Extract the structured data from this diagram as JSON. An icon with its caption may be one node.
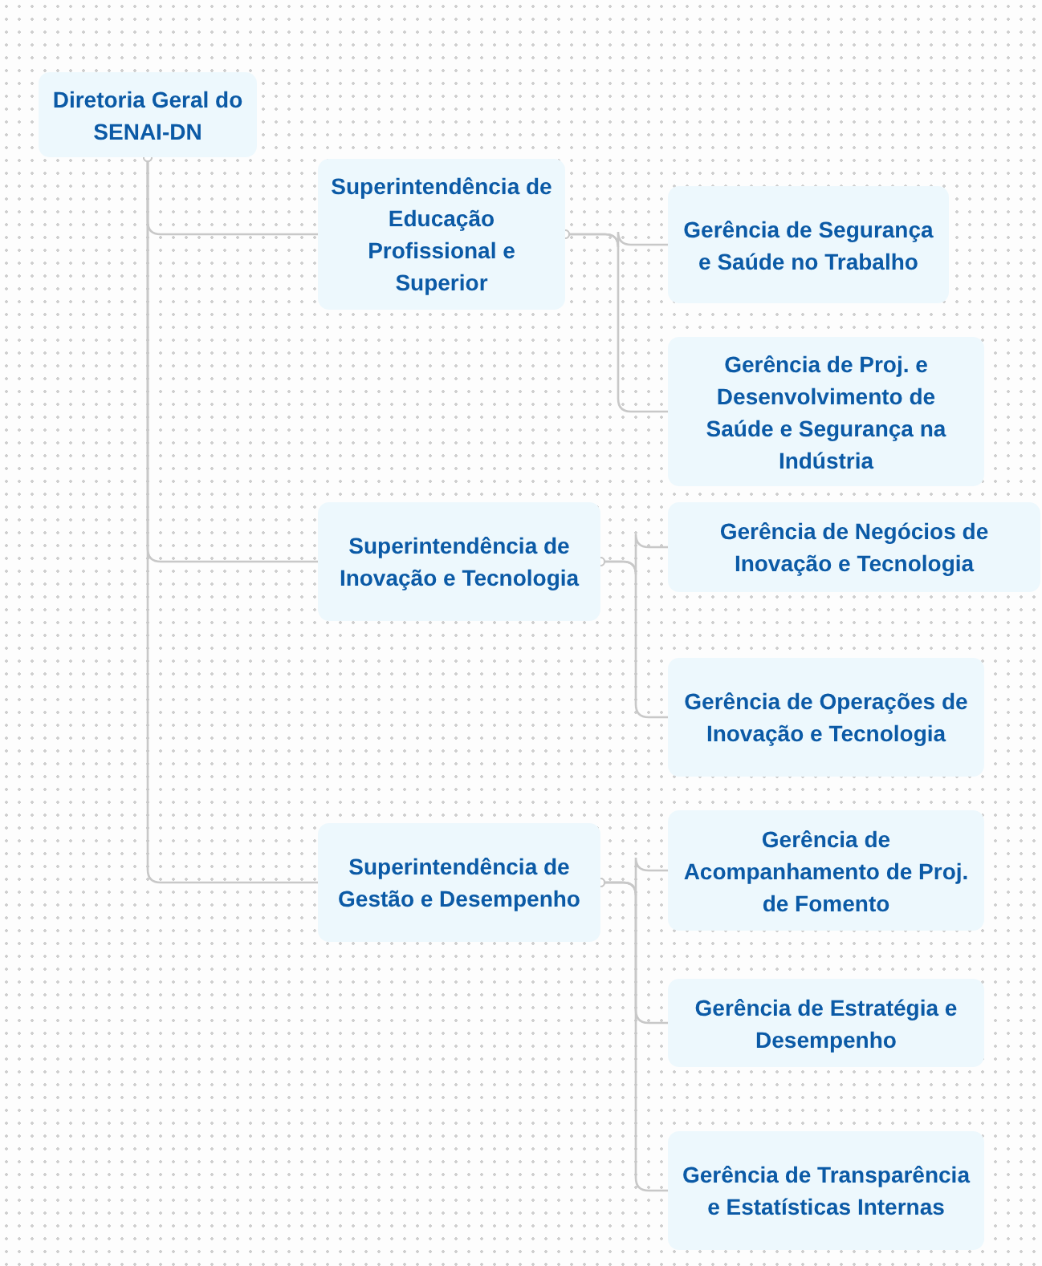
{
  "diagram": {
    "nodes": [
      {
        "text": [
          "Diretoria Geral do SENAI-DN"
        ]
      },
      {
        "text": [
          "Superintendência de Educação Profissional e Superior"
        ]
      },
      {
        "text": [
          "Gerência de Segurança e Saúde no Trabalho"
        ]
      },
      {
        "text": [
          "Gerência de Proj. e Desenvolvimento de Saúde e Segurança na Indústria"
        ]
      },
      {
        "text": [
          "Superintendência de Inovação e Tecnologia"
        ]
      },
      {
        "text": [
          "Gerência de Negócios de Inovação e Tecnologia"
        ]
      },
      {
        "text": [
          "Gerência de Operações de Inovação e Tecnologia"
        ]
      },
      {
        "text": [
          "Superintendência de Gestão e Desempenho"
        ]
      },
      {
        "text": [
          "Gerência de Acompanhamento de Proj. de Fomento"
        ]
      },
      {
        "text": [
          "Gerência de Estratégia e Desempenho"
        ]
      },
      {
        "text": [
          "Gerência de Transparência e Estatísticas Internas"
        ]
      }
    ],
    "edges": [
      {
        "from": 0,
        "to": 1,
        "arrow": "other"
      },
      {
        "from": 0,
        "to": 4,
        "arrow": "other"
      },
      {
        "from": 0,
        "to": 7,
        "arrow": "other"
      },
      {
        "from": 1,
        "to": 2,
        "arrow": "other"
      },
      {
        "from": 1,
        "to": 3,
        "arrow": "other"
      },
      {
        "from": 4,
        "to": 5,
        "arrow": "other"
      },
      {
        "from": 4,
        "to": 6,
        "arrow": "other"
      },
      {
        "from": 7,
        "to": 8,
        "arrow": "other"
      },
      {
        "from": 7,
        "to": 9,
        "arrow": "other"
      },
      {
        "from": 7,
        "to": 10,
        "arrow": "other"
      }
    ]
  }
}
